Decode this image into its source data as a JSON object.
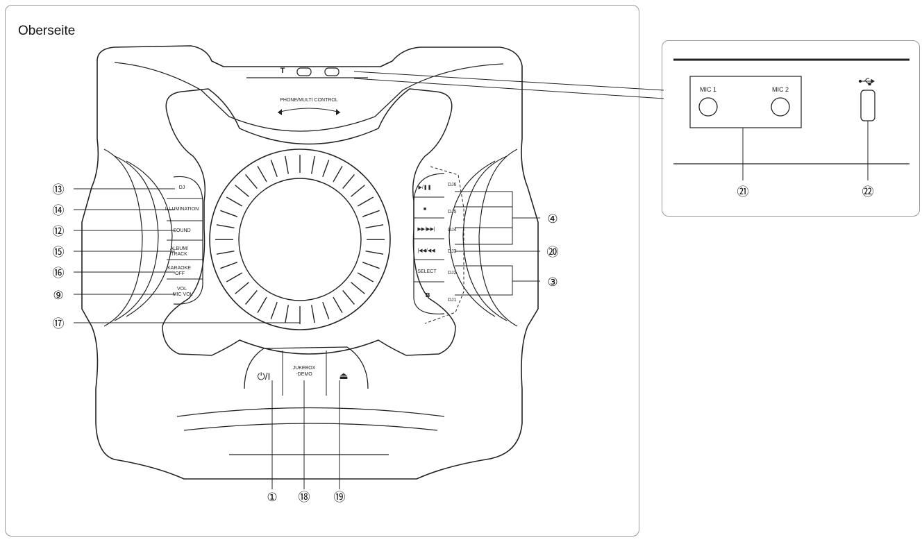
{
  "panel_title": "Oberseite",
  "device": {
    "top_label": "PHONE/MULTI CONTROL",
    "left_buttons": [
      "DJ",
      "ILLUMINATION",
      "SOUND",
      "ALBUM/\nTRACK",
      "KARAOKE\n-OFF",
      "VOL\n-MIC VOL"
    ],
    "right_buttons": [
      {
        "symbol": "▶/❚❚",
        "label": "DJ6"
      },
      {
        "symbol": "■",
        "label": "DJ5"
      },
      {
        "symbol": "▶▶/▶▶|",
        "label": "DJ4"
      },
      {
        "symbol": "|◀◀/◀◀",
        "label": "DJ3"
      },
      {
        "symbol": "SELECT",
        "label": "DJ2"
      },
      {
        "symbol": "ʙ",
        "label": "DJ1"
      }
    ],
    "bottom_buttons": [
      "⏻/I",
      "JUKEBOX\n-DEMO",
      "⏏"
    ]
  },
  "detail": {
    "mic1": "MIC 1",
    "mic2": "MIC 2",
    "usb_icon": "usb-icon"
  },
  "callouts": {
    "c13": "⑬",
    "c14": "⑭",
    "c12": "⑫",
    "c15": "⑮",
    "c16": "⑯",
    "c9": "⑨",
    "c17": "⑰",
    "c4": "④",
    "c20": "⑳",
    "c3": "③",
    "c1": "①",
    "c18": "⑱",
    "c19": "⑲",
    "c21": "㉑",
    "c22": "㉒"
  }
}
